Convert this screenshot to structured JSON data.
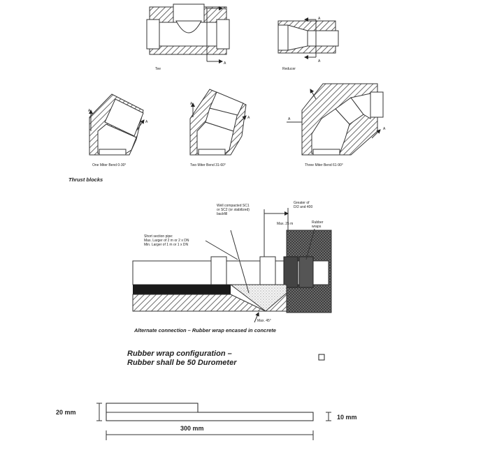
{
  "section_top": {
    "fittings": [
      {
        "key": "tee",
        "label": "Tee"
      },
      {
        "key": "reducer",
        "label": "Reducer"
      },
      {
        "key": "one_miter",
        "label": "One Miter Bend 0-30°"
      },
      {
        "key": "two_miter",
        "label": "Two Miter Bend 31-60°"
      },
      {
        "key": "three_miter",
        "label": "Three Miter Bend 61-90°"
      }
    ],
    "section_mark": "A",
    "caption": "Thrust blocks"
  },
  "section_middle": {
    "labels": {
      "backfill": "Well compacted SC1 or SC2 (or stabilized) backfill",
      "backfill_l1": "Well compacted SC1",
      "backfill_l2": "or SC2 (or stabilized)",
      "backfill_l3": "backfill",
      "short_pipe_l1": "Short section pipe:",
      "short_pipe_l2": "Max. Larger of 2 m or 2 x DN",
      "short_pipe_l3": "Min. Larger of 1 m or 1 x DN",
      "greater_l1": "Greater of",
      "greater_l2": "D/2 and 400",
      "max_25": "Max. 25 m",
      "rubber_l1": "Rubber",
      "rubber_l2": "wraps",
      "max_angle": "Max. 45°"
    },
    "caption": "Alternate connection – Rubber wrap encased in concrete"
  },
  "section_bottom": {
    "title_line1": "Rubber wrap configuration –",
    "title_line2": "Rubber shall be 50 Durometer",
    "dim_left": "20 mm",
    "dim_right": "10 mm",
    "dim_length": "300 mm"
  }
}
